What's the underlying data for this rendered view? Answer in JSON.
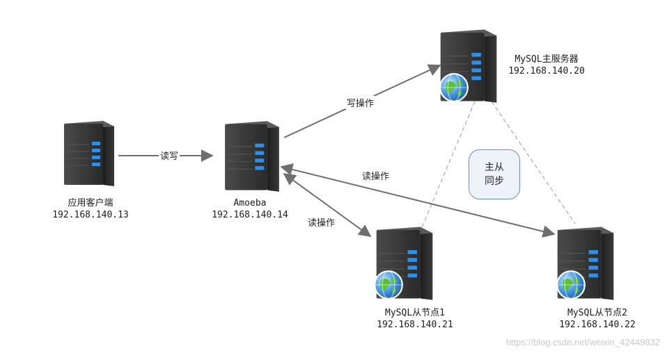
{
  "nodes": {
    "client": {
      "name": "应用客户端",
      "ip": "192.168.140.13",
      "icon": "server-icon"
    },
    "amoeba": {
      "name": "Amoeba",
      "ip": "192.168.140.14",
      "icon": "server-icon"
    },
    "master": {
      "name": "MySQL主服务器",
      "ip": "192.168.140.20",
      "icon": "database-server-globe-icon"
    },
    "slave1": {
      "name": "MySQL从节点1",
      "ip": "192.168.140.21",
      "icon": "database-server-globe-icon"
    },
    "slave2": {
      "name": "MySQL从节点2",
      "ip": "192.168.140.22",
      "icon": "database-server-globe-icon"
    }
  },
  "edges": {
    "client_amoeba": "读写",
    "amoeba_master": "写操作",
    "amoeba_slave2": "读操作",
    "amoeba_slave1": "读操作"
  },
  "sync": {
    "line1": "主从",
    "line2": "同步"
  },
  "watermark": "https://blog.csdn.net/weixin_42449832",
  "colors": {
    "server_body": "#3a3a3a",
    "server_light": "#2f8fe8",
    "arrow": "#6e6e6e",
    "dashed": "#9a9a9a",
    "bubble_border": "#6b8db5"
  }
}
